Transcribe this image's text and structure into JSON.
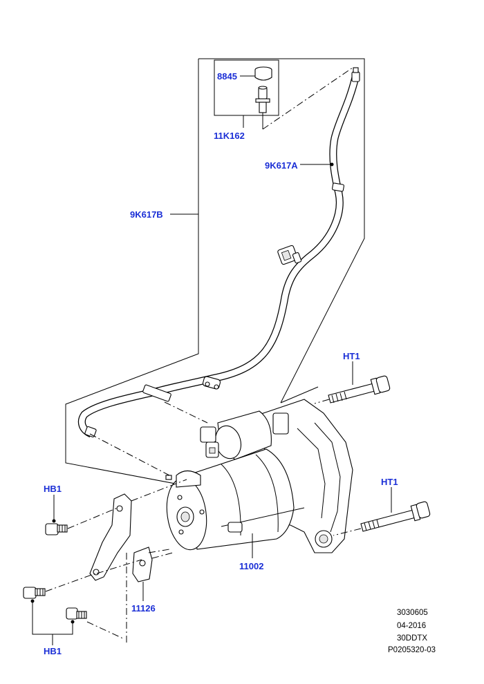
{
  "callouts": {
    "cap": "8845",
    "connector_kit": "11K162",
    "hose_a": "9K617A",
    "hose_b": "9K617B",
    "bolt_upper": "HT1",
    "bolt_lower": "HT1",
    "bracket_bolt": "HB1",
    "bracket_bolts_lower": "HB1",
    "starter_motor": "11002",
    "bracket": "11126"
  },
  "illustration_meta": {
    "line1": "3030605",
    "line2": "04-2016",
    "line3": "30DDTX",
    "line4": "P0205320-03"
  },
  "colors": {
    "callout_text": "#1a2ed6",
    "line_art": "#000000",
    "background": "#ffffff"
  }
}
